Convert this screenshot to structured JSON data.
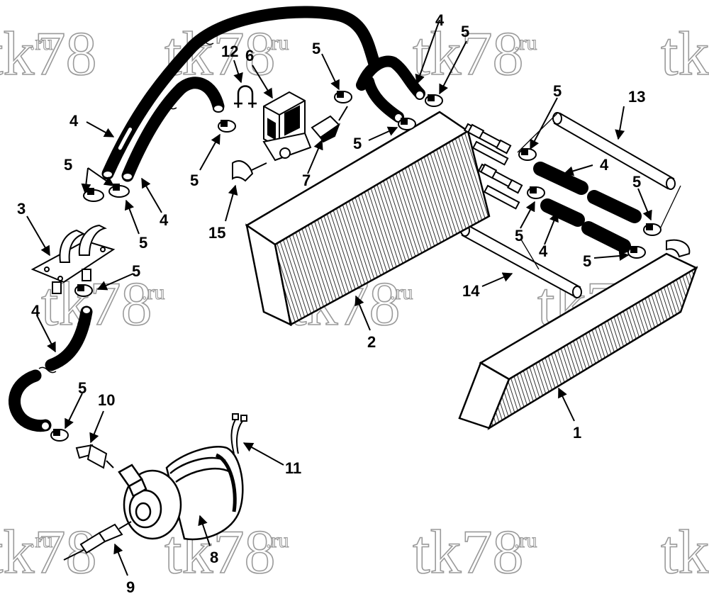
{
  "watermark": {
    "main": "tk78",
    "sup": ".ru"
  },
  "callouts": {
    "c1": "1",
    "c2": "2",
    "c3": "3",
    "c4": "4",
    "c5": "5",
    "c6": "6",
    "c7": "7",
    "c8": "8",
    "c9": "9",
    "c10": "10",
    "c11": "11",
    "c12": "12",
    "c13": "13",
    "c14": "14",
    "c15": "15"
  }
}
